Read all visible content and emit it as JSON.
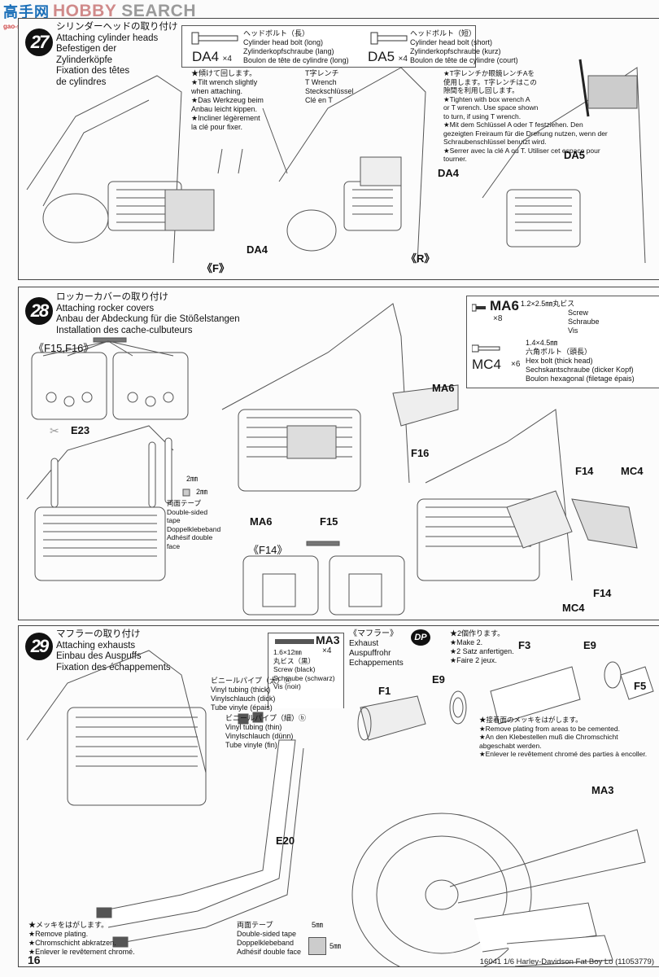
{
  "watermark": {
    "logo": "高手网",
    "site_a": "HOBBY",
    "site_b": " SEARCH",
    "url": "gao-shou.com"
  },
  "steps": [
    {
      "number": "27",
      "title": [
        "シリンダーヘッドの取り付け",
        "Attaching cylinder heads",
        "Befestigen der",
        "Zylinderköpfe",
        "Fixation des têtes",
        "de cylindres"
      ],
      "parts": [
        {
          "code": "DA4",
          "qty": "×4",
          "desc": [
            "ヘッドボルト（長）",
            "Cylinder head bolt (long)",
            "Zylinderkopfschraube (lang)",
            "Boulon de tête de cylindre (long)"
          ]
        },
        {
          "code": "DA5",
          "qty": "×4",
          "desc": [
            "ヘッドボルト（短）",
            "Cylinder head bolt (short)",
            "Zylinderkopfschraube (kurz)",
            "Boulon de tête de cylindre (court)"
          ]
        }
      ],
      "note_tilt": [
        "★傾けて回します。",
        "★Tilt wrench slightly",
        "when attaching.",
        "★Das Werkzeug beim",
        "Anbau leicht kippen.",
        "★Incliner légèrement",
        "la clé pour fixer."
      ],
      "t_wrench": [
        "T字レンチ",
        "T Wrench",
        "Steckschlüssel",
        "Clé en T"
      ],
      "note_tighten": [
        "★T字レンチか眼鏡レンチAを",
        "使用します。T字レンチはこの",
        "隙間を利用し回します。",
        "★Tighten with box wrench A",
        "or T wrench. Use space shown",
        "to turn, if using T wrench.",
        "★Mit dem Schlüssel A oder T festziehen. Den",
        "gezeigten Freiraum für die Drehung nutzen, wenn der",
        "Schraubenschlüssel benutzt wird.",
        "★Serrer avec la clé A ou T. Utiliser cet espace pour",
        "tourner."
      ],
      "labels": {
        "da4_a": "DA4",
        "da4_b": "DA4",
        "da5": "DA5",
        "view_f": "《F》",
        "view_r": "《R》"
      }
    },
    {
      "number": "28",
      "title": [
        "ロッカーカバーの取り付け",
        "Attaching rocker covers",
        "Anbau der Abdeckung für die Stößelstangen",
        "Installation des cache-culbuteurs"
      ],
      "parts": [
        {
          "code": "MA6",
          "qty": "×8",
          "size": "1.2×2.5㎜丸ビス",
          "desc": [
            "Screw",
            "Schraube",
            "Vis"
          ]
        },
        {
          "code": "MC4",
          "qty": "×6",
          "size": "1.4×4.5㎜",
          "desc": [
            "六角ボルト（頭長）",
            "Hex bolt (thick head)",
            "Sechskantschraube (dicker Kopf)",
            "Boulon hexagonal (filetage épais)"
          ]
        }
      ],
      "tape": {
        "w": "2㎜",
        "h": "2㎜",
        "desc": [
          "両面テープ",
          "Double-sided",
          "tape",
          "Doppelklebeband",
          "Adhésif double",
          "face"
        ]
      },
      "labels": {
        "f15f16": "《F15,F16》",
        "e23": "E23",
        "ma6_a": "MA6",
        "ma6_b": "MA6",
        "f16": "F16",
        "f15": "F15",
        "f14_view": "《F14》",
        "f14_a": "F14",
        "f14_b": "F14",
        "mc4_a": "MC4",
        "mc4_b": "MC4"
      }
    },
    {
      "number": "29",
      "title": [
        "マフラーの取り付け",
        "Attaching exhausts",
        "Einbau des Auspuffs",
        "Fixation des échappements"
      ],
      "parts": [
        {
          "code": "MA3",
          "qty": "×4",
          "size": "1.6×12㎜",
          "desc": [
            "丸ビス（黒）",
            "Screw (black)",
            "Schraube (schwarz)",
            "Vis (noir)"
          ]
        }
      ],
      "exhaust": {
        "title": [
          "《マフラー》",
          "Exhaust",
          "Auspuffrohr",
          "Echappements"
        ],
        "badge": "DP",
        "make": [
          "★2個作ります。",
          "★Make 2.",
          "★2 Satz anfertigen.",
          "★Faire 2 jeux."
        ]
      },
      "tubing_thick": [
        "ビニールパイプ（太）Ⓐ",
        "Vinyl tubing (thick)",
        "Vinylschlauch (dick)",
        "Tube vinyle (épais)"
      ],
      "tubing_thin": [
        "ビニールパイプ（細）ⓑ",
        "Vinyl tubing (thin)",
        "Vinylschlauch (dünn)",
        "Tube vinyle (fin)"
      ],
      "note_cement": [
        "★接着面のメッキをはがします。",
        "★Remove plating from areas to be cemented.",
        "★An den Klebestellen muß die Chromschicht",
        "abgeschabt werden.",
        "★Enlever le revêtement chromé des parties à encoller."
      ],
      "note_plating": [
        "★メッキをはがします。",
        "★Remove plating.",
        "★Chromschicht abkratzen.",
        "★Enlever le revêtement chromé."
      ],
      "tape": {
        "w": "5㎜",
        "h": "5㎜",
        "desc": [
          "両面テープ",
          "Double-sided tape",
          "Doppelklebeband",
          "Adhésif double face"
        ]
      },
      "labels": {
        "f1": "F1",
        "e9_a": "E9",
        "e9_b": "E9",
        "f3": "F3",
        "f5": "F5",
        "e20": "E20",
        "ma3": "MA3"
      }
    }
  ],
  "footer": {
    "page": "16",
    "title": "16041  1/6 Harley-Davidson Fat Boy Lo (11053779)"
  }
}
